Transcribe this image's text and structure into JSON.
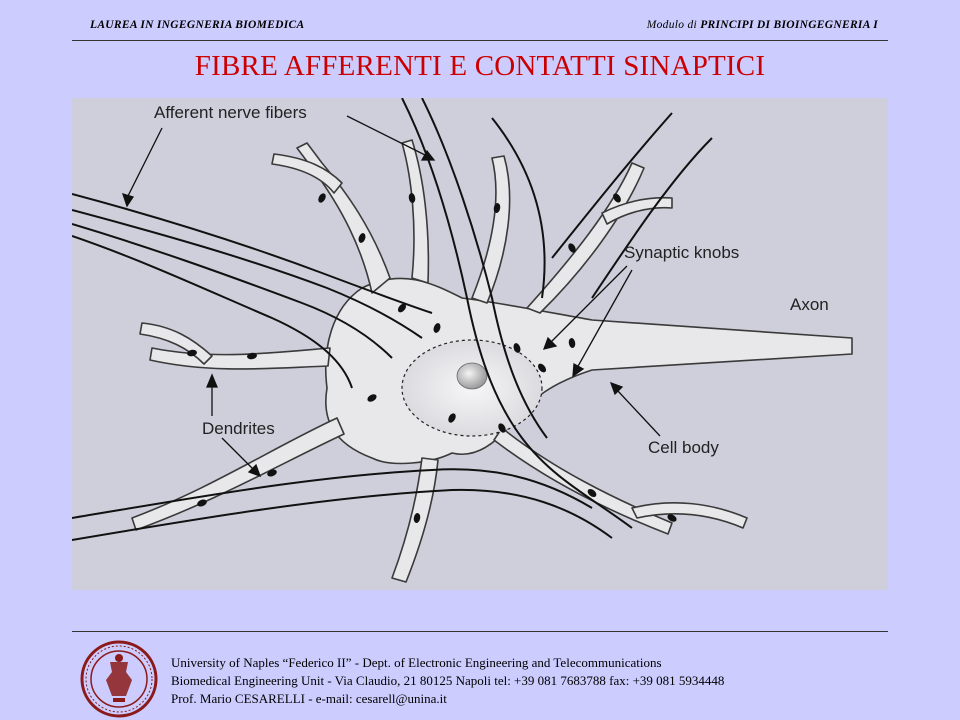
{
  "header": {
    "left": "LAUREA IN INGEGNERIA BIOMEDICA",
    "right_prefix": "Modulo di",
    "right_course": "PRINCIPI DI BIOINGEGNERIA  I"
  },
  "title": "FIBRE AFFERENTI E CONTATTI SINAPTICI",
  "diagram": {
    "labels": {
      "afferent": "Afferent nerve fibers",
      "synaptic": "Synaptic knobs",
      "axon": "Axon",
      "dendrites": "Dendrites",
      "cell_body": "Cell body"
    }
  },
  "footer": {
    "line1": "University of Naples “Federico II” - Dept. of Electronic Engineering and Telecommunications",
    "line2": "Biomedical Engineering Unit - Via Claudio, 21  80125 Napoli  tel: +39 081 7683788   fax: +39 081 5934448",
    "line3": "Prof. Mario CESARELLI - e-mail: cesarell@unina.it"
  },
  "colors": {
    "background": "#ccccff",
    "title": "#cc0000",
    "neuron_fill": "#e8e8ea",
    "seal": "#8b1a1a"
  }
}
